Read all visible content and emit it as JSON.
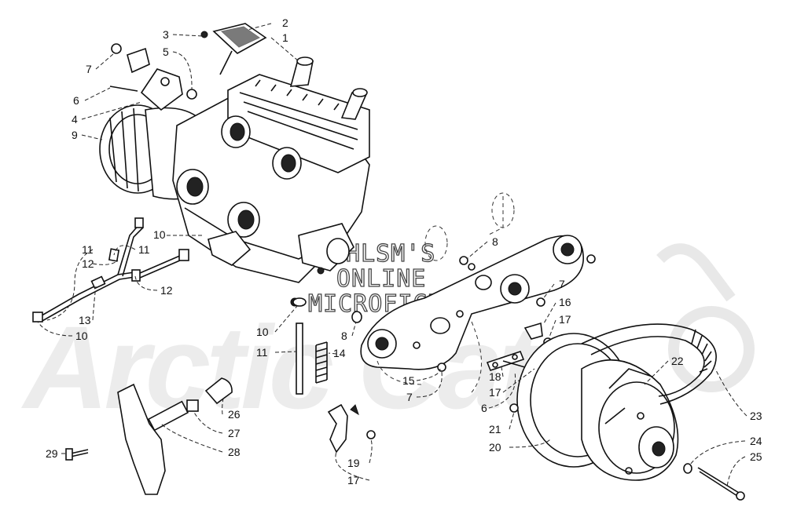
{
  "watermark": {
    "brand": "Arctic Cat",
    "line1": "HLSM'S",
    "line2": "ONLINE",
    "line3": "MICROFICHE"
  },
  "labels": [
    {
      "id": "l1",
      "text": "1"
    },
    {
      "id": "l2",
      "text": "2"
    },
    {
      "id": "l3",
      "text": "3"
    },
    {
      "id": "l4",
      "text": "4"
    },
    {
      "id": "l5",
      "text": "5"
    },
    {
      "id": "l6a",
      "text": "6"
    },
    {
      "id": "l7a",
      "text": "7"
    },
    {
      "id": "l9",
      "text": "9"
    },
    {
      "id": "l10a",
      "text": "10"
    },
    {
      "id": "l11a",
      "text": "11"
    },
    {
      "id": "l11b",
      "text": "11"
    },
    {
      "id": "l12a",
      "text": "12"
    },
    {
      "id": "l12b",
      "text": "12"
    },
    {
      "id": "l13",
      "text": "13"
    },
    {
      "id": "l10b",
      "text": "10"
    },
    {
      "id": "l8a",
      "text": "8"
    },
    {
      "id": "l7b",
      "text": "7"
    },
    {
      "id": "l16",
      "text": "16"
    },
    {
      "id": "l17a",
      "text": "17"
    },
    {
      "id": "l10c",
      "text": "10"
    },
    {
      "id": "l11c",
      "text": "11"
    },
    {
      "id": "l8b",
      "text": "8"
    },
    {
      "id": "l14",
      "text": "14"
    },
    {
      "id": "l15",
      "text": "15"
    },
    {
      "id": "l7c",
      "text": "7"
    },
    {
      "id": "l18",
      "text": "18"
    },
    {
      "id": "l17b",
      "text": "17"
    },
    {
      "id": "l6b",
      "text": "6"
    },
    {
      "id": "l22",
      "text": "22"
    },
    {
      "id": "l21",
      "text": "21"
    },
    {
      "id": "l20",
      "text": "20"
    },
    {
      "id": "l23",
      "text": "23"
    },
    {
      "id": "l24",
      "text": "24"
    },
    {
      "id": "l25",
      "text": "25"
    },
    {
      "id": "l26",
      "text": "26"
    },
    {
      "id": "l27",
      "text": "27"
    },
    {
      "id": "l28",
      "text": "28"
    },
    {
      "id": "l29",
      "text": "29"
    },
    {
      "id": "l19",
      "text": "19"
    },
    {
      "id": "l17c",
      "text": "17"
    }
  ]
}
